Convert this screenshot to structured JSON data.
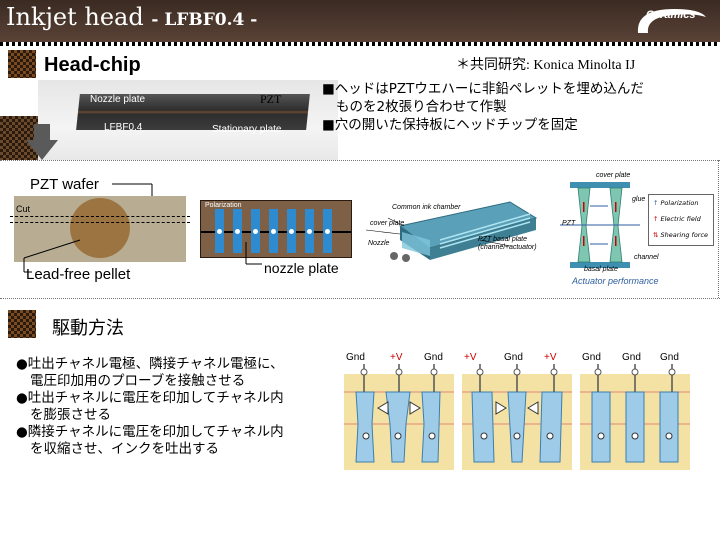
{
  "header": {
    "title": "Inkjet head",
    "subtitle": "- LFBF0.4 -",
    "logo_text": "Ceramics"
  },
  "section1": {
    "title": "Head-chip",
    "collab": "＊共同研究: Konica Minolta IJ",
    "bullets": [
      "■ヘッドはPZTウエハーに非鉛ペレットを埋め込んだ",
      "ものを2枚張り合わせて作製",
      "■穴の開いた保持板にヘッドチップを固定"
    ]
  },
  "photo": {
    "nozzle_plate": "Nozzle plate",
    "pzt": "PZT",
    "model": "LFBF0.4",
    "stationary_plate": "Stationary plate"
  },
  "wafer_fig": {
    "pzt_wafer": "PZT wafer",
    "cut": "Cut",
    "lead_free_pellet": "Lead-free pellet"
  },
  "polar_fig": {
    "polarization": "Polarization",
    "nozzle_plate": "nozzle plate"
  },
  "chamber_fig": {
    "common_ink_chamber": "Common ink chamber",
    "cover_plate": "cover plate",
    "nozzle": "Nozzle",
    "pzt_basal": "PZT basal plate",
    "pzt_basal_sub": "(channel+actuator)"
  },
  "actuator_fig": {
    "cover_plate": "cover plate",
    "glue": "glue",
    "pzt": "PZT",
    "channel": "channel",
    "basal_plate": "basal plate",
    "caption": "Actuator performance",
    "legend": [
      "Polarization",
      "Electric field",
      "Shearing force"
    ]
  },
  "section2": {
    "title": "駆動方法",
    "bullets": [
      "●吐出チャネル電極、隣接チャネル電極に、",
      "電圧印加用のプローブを接触させる",
      "●吐出チャネルに電圧を印加してチャネル内",
      "を膨張させる",
      "●隣接チャネルに電圧を印加してチャネル内",
      "を収縮させ、インクを吐出する"
    ]
  },
  "panels": [
    {
      "labels": [
        "Gnd",
        "+V",
        "Gnd"
      ],
      "colors": [
        "#000000",
        "#cc0000",
        "#000000"
      ]
    },
    {
      "labels": [
        "+V",
        "Gnd",
        "+V"
      ],
      "colors": [
        "#cc0000",
        "#000000",
        "#cc0000"
      ]
    },
    {
      "labels": [
        "Gnd",
        "Gnd",
        "Gnd"
      ],
      "colors": [
        "#000000",
        "#000000",
        "#000000"
      ]
    }
  ],
  "colors": {
    "title_bg": "#3a2a22",
    "channel_blue": "#9ecbe8",
    "pzt_yellow": "#f3e2a4",
    "accent_red": "#cc0000"
  }
}
